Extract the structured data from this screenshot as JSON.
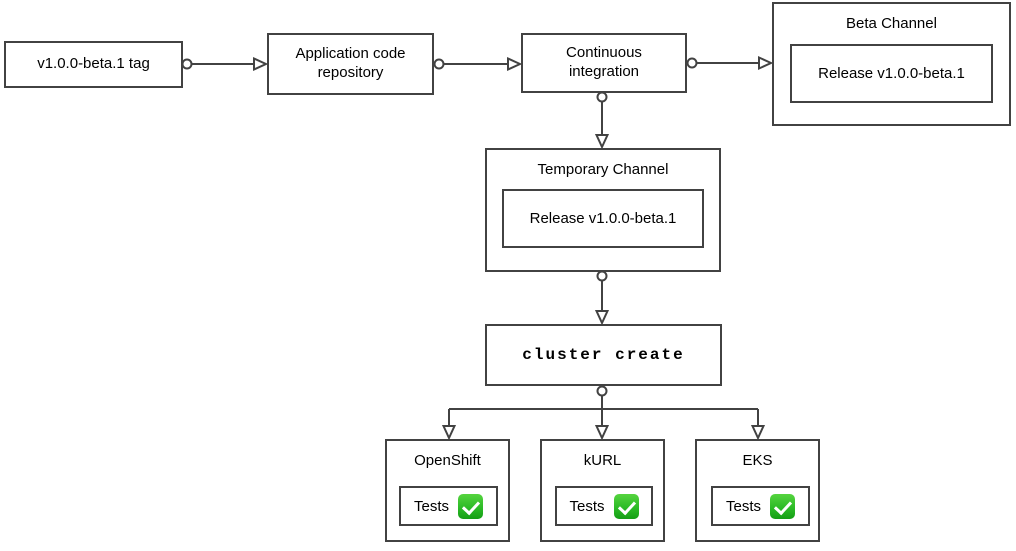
{
  "colors": {
    "border": "#424242",
    "connector": "#424242",
    "text": "#000000",
    "check_green": "#2cbb27",
    "background": "#ffffff"
  },
  "flow": {
    "tag": {
      "label": "v1.0.0-beta.1 tag"
    },
    "repo": {
      "label": "Application code repository"
    },
    "ci": {
      "label": "Continuous integration"
    },
    "beta": {
      "title": "Beta Channel",
      "release": "Release v1.0.0-beta.1"
    },
    "temp": {
      "title": "Temporary Channel",
      "release": "Release v1.0.0-beta.1"
    },
    "cluster_create": {
      "label": "cluster create"
    },
    "platforms": [
      {
        "title": "OpenShift",
        "tests_label": "Tests",
        "status_icon": "check-mark-button-icon"
      },
      {
        "title": "kURL",
        "tests_label": "Tests",
        "status_icon": "check-mark-button-icon"
      },
      {
        "title": "EKS",
        "tests_label": "Tests",
        "status_icon": "check-mark-button-icon"
      }
    ]
  }
}
